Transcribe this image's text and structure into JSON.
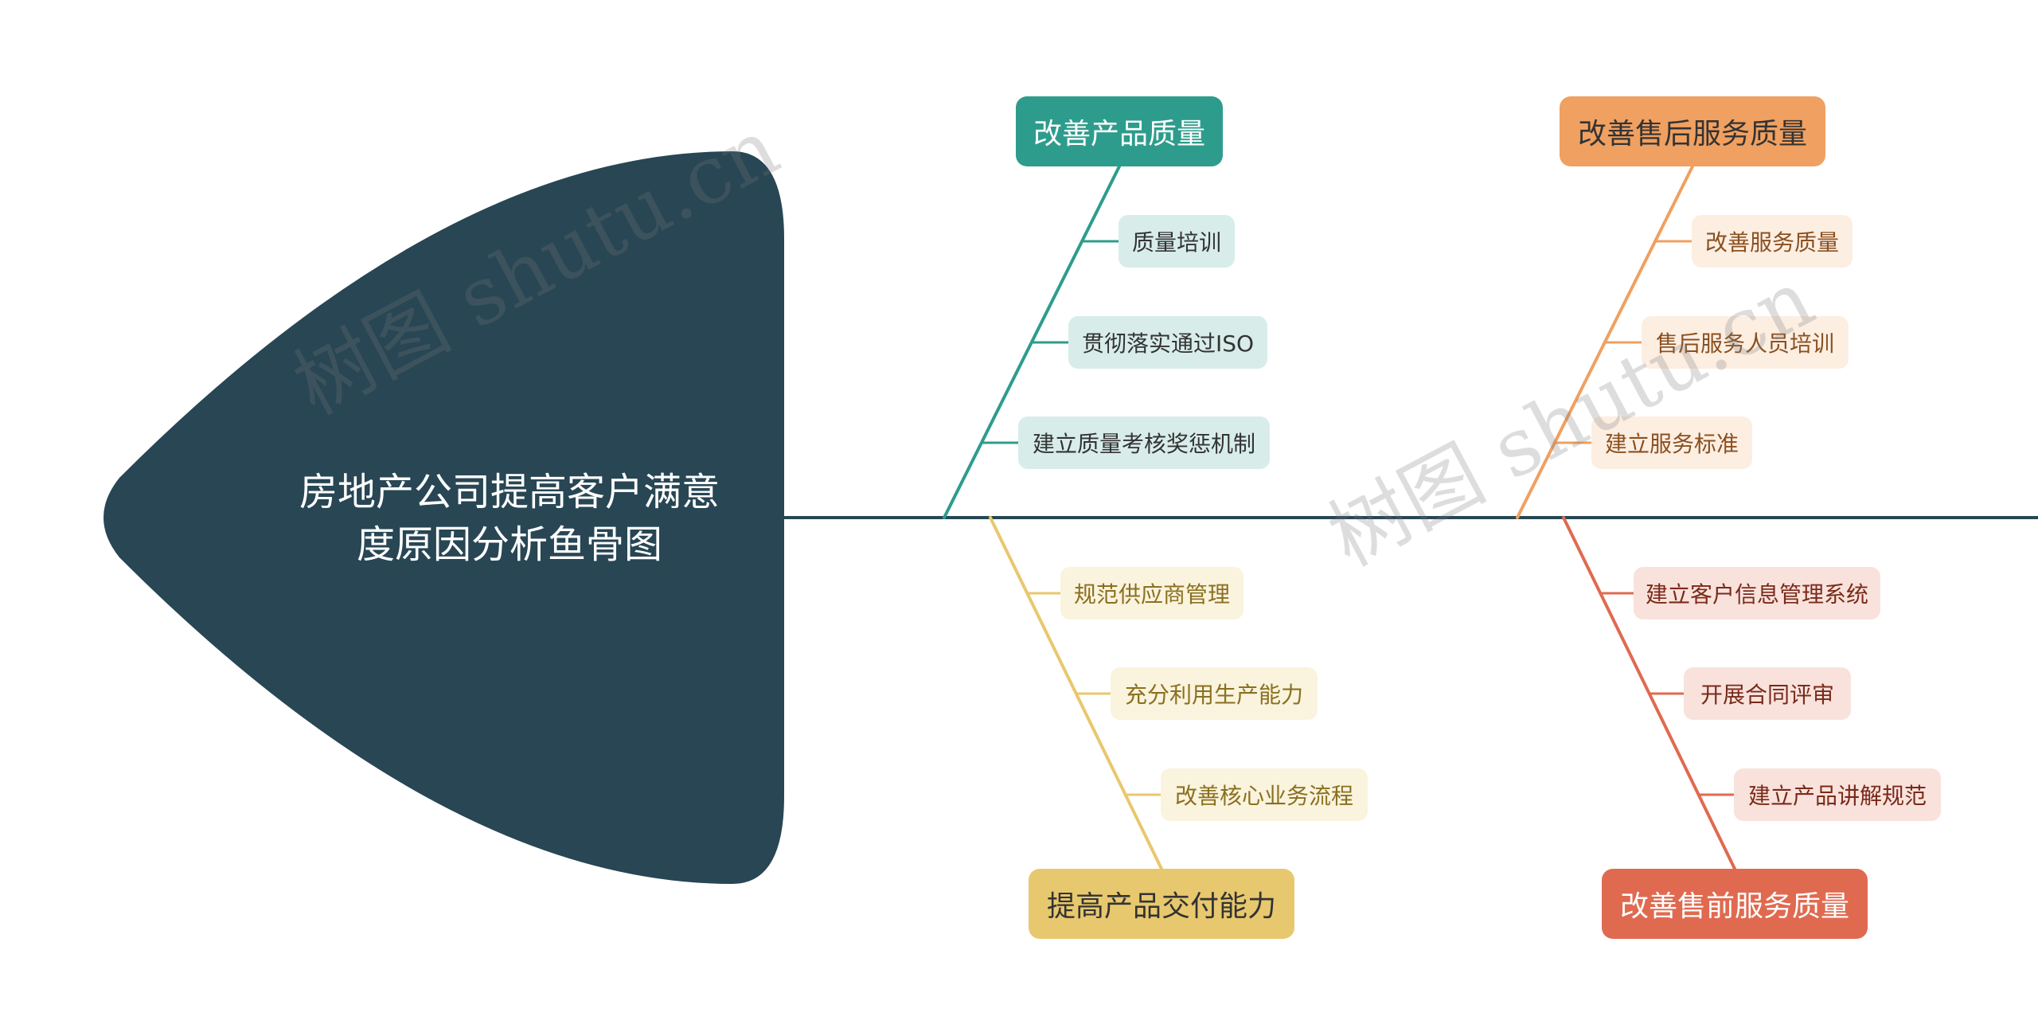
{
  "head": {
    "line1": "房地产公司提高客户满意",
    "line2": "度原因分析鱼骨图",
    "color": "#284654"
  },
  "spine_color": "#284654",
  "top_branches": [
    {
      "label": "改善产品质量",
      "color": "#2e9c8c",
      "light": "#d8edea",
      "text_color": "#ffffff",
      "sub_text_color": "#333333",
      "items": [
        "质量培训",
        "贯彻落实通过ISO",
        "建立质量考核奖惩机制"
      ]
    },
    {
      "label": "改善售后服务质量",
      "color": "#f0a060",
      "light": "#fdeee2",
      "text_color": "#333333",
      "sub_text_color": "#8a5020",
      "items": [
        "改善服务质量",
        "售后服务人员培训",
        "建立服务标准"
      ]
    }
  ],
  "bottom_branches": [
    {
      "label": "提高产品交付能力",
      "color": "#e8c86e",
      "light": "#faf3dd",
      "text_color": "#333333",
      "sub_text_color": "#8a7020",
      "items": [
        "规范供应商管理",
        "充分利用生产能力",
        "改善核心业务流程"
      ]
    },
    {
      "label": "改善售前服务质量",
      "color": "#e06a50",
      "light": "#f9e2dc",
      "text_color": "#ffffff",
      "sub_text_color": "#7a2a1a",
      "items": [
        "建立客户信息管理系统",
        "开展合同评审",
        "建立产品讲解规范"
      ]
    }
  ],
  "watermarks": [
    "树图 shutu.cn",
    "树图 shutu.cn"
  ]
}
